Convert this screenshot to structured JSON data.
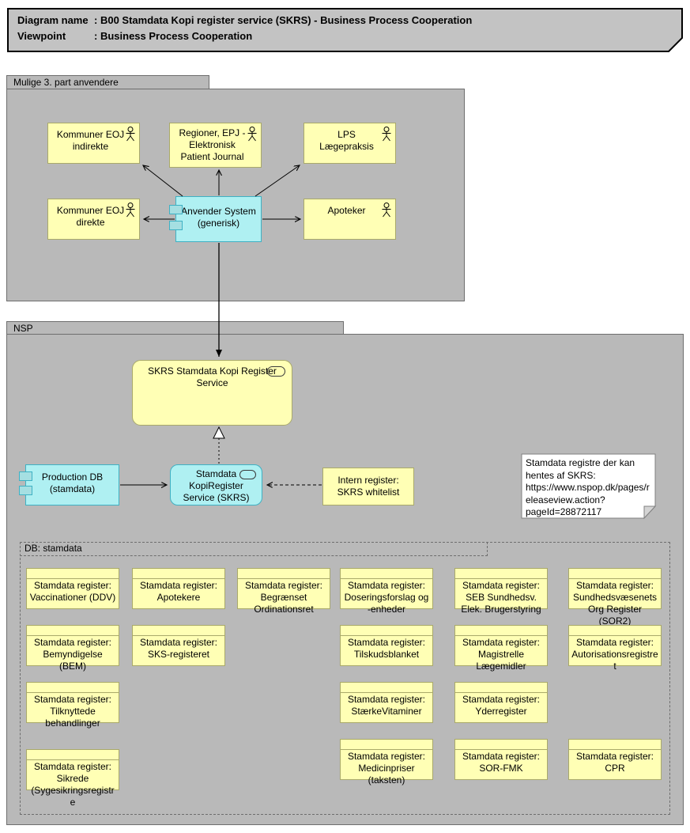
{
  "title_bar": {
    "sep": ":",
    "rows": [
      {
        "label": "Diagram name",
        "value": "B00 Stamdata Kopi register service (SKRS) - Business Process Cooperation"
      },
      {
        "label": "Viewpoint",
        "value": "Business Process Cooperation"
      }
    ]
  },
  "third_party_group": {
    "label": "Mulige 3. part anvendere",
    "actors": [
      {
        "label": "Kommuner EOJ indirekte"
      },
      {
        "label": "Regioner, EPJ - Elektronisk Patient Journal"
      },
      {
        "label": "LPS Lægepraksis"
      },
      {
        "label": "Kommuner EOJ direkte"
      },
      {
        "label": "Apoteker"
      }
    ],
    "system": {
      "label": "Anvender System (generisk)"
    }
  },
  "nsp": {
    "label": "NSP",
    "service": {
      "label": "SKRS Stamdata Kopi Register Service"
    },
    "production_db": {
      "label": "Production DB (stamdata)"
    },
    "kopi_service": {
      "label": "Stamdata KopiRegister Service (SKRS)"
    },
    "intern_register": {
      "label": "Intern register: SKRS whitelist"
    },
    "note": {
      "text": "Stamdata registre der kan hentes af SKRS: https://www.nspop.dk/pages/releaseview.action?pageId=28872117"
    },
    "db_group": {
      "label": "DB: stamdata",
      "registers": [
        {
          "label": "Stamdata register: Vaccinationer (DDV)"
        },
        {
          "label": "Stamdata register: Apotekere"
        },
        {
          "label": "Stamdata register: Begrænset Ordinationsret"
        },
        {
          "label": "Stamdata register: Doseringsforslag og -enheder"
        },
        {
          "label": "Stamdata register: SEB Sundhedsv. Elek. Brugerstyring"
        },
        {
          "label": "Stamdata register: Sundhedsvæsenets Org Register (SOR2)"
        },
        {
          "label": "Stamdata register: Bemyndigelse (BEM)"
        },
        {
          "label": "Stamdata register: SKS-registeret"
        },
        {
          "label": "Stamdata register: Tilskudsblanket"
        },
        {
          "label": "Stamdata register: Magistrelle Lægemidler"
        },
        {
          "label": "Stamdata register: Autorisationsregistret"
        },
        {
          "label": "Stamdata register: Tilknyttede behandlinger"
        },
        {
          "label": "Stamdata register: StærkeVitaminer"
        },
        {
          "label": "Stamdata register: Yderregister"
        },
        {
          "label": "Stamdata register: Sikrede (Sygesikringsregistre"
        },
        {
          "label": "Stamdata register: Medicinpriser (taksten)"
        },
        {
          "label": "Stamdata register: SOR-FMK"
        },
        {
          "label": "Stamdata register: CPR"
        }
      ]
    }
  },
  "colors": {
    "titlebar_fill": "#c3c3c3",
    "container_fill": "#b9b9b9",
    "container_border": "#6e6e6e",
    "element_yellow": "#ffffb5",
    "element_yellow_border": "#a9a96a",
    "element_cyan": "#aff0f2",
    "element_cyan_border": "#3fb1c4",
    "note_fill": "#ffffff",
    "line": "#000000"
  }
}
